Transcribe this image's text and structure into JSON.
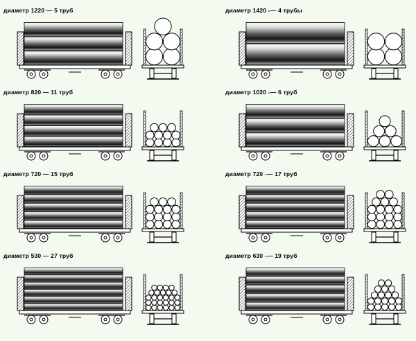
{
  "background": "#f3fbf1",
  "wagons": [
    {
      "id": "w1220",
      "label": "диаметр 1220 — 5 труб",
      "pipes_side": 3,
      "end_rows": [
        1,
        2,
        2
      ]
    },
    {
      "id": "w1420",
      "label": "диаметр 1420 -— 4 трубы",
      "pipes_side": 2,
      "end_rows": [
        2,
        2
      ]
    },
    {
      "id": "w820",
      "label": "диаметр 820 — 11 труб",
      "pipes_side": 4,
      "end_rows": [
        3,
        4,
        4
      ]
    },
    {
      "id": "w1020",
      "label": "диаметр 1020 -— 6 труб",
      "pipes_side": 3,
      "end_rows": [
        1,
        2,
        3
      ]
    },
    {
      "id": "w720a",
      "label": "диаметр 720 — 15 труб",
      "pipes_side": 5,
      "end_rows": [
        3,
        4,
        4,
        4
      ]
    },
    {
      "id": "w720b",
      "label": "диаметр 720 -— 17 труб",
      "pipes_side": 5,
      "end_rows": [
        2,
        3,
        4,
        4,
        4
      ]
    },
    {
      "id": "w530",
      "label": "диаметр 530 — 27 труб",
      "pipes_side": 6,
      "end_rows": [
        4,
        5,
        6,
        6,
        6
      ]
    },
    {
      "id": "w630",
      "label": "диаметр 630 -— 19 труб",
      "pipes_side": 5,
      "end_rows": [
        2,
        3,
        4,
        5,
        5
      ]
    }
  ]
}
